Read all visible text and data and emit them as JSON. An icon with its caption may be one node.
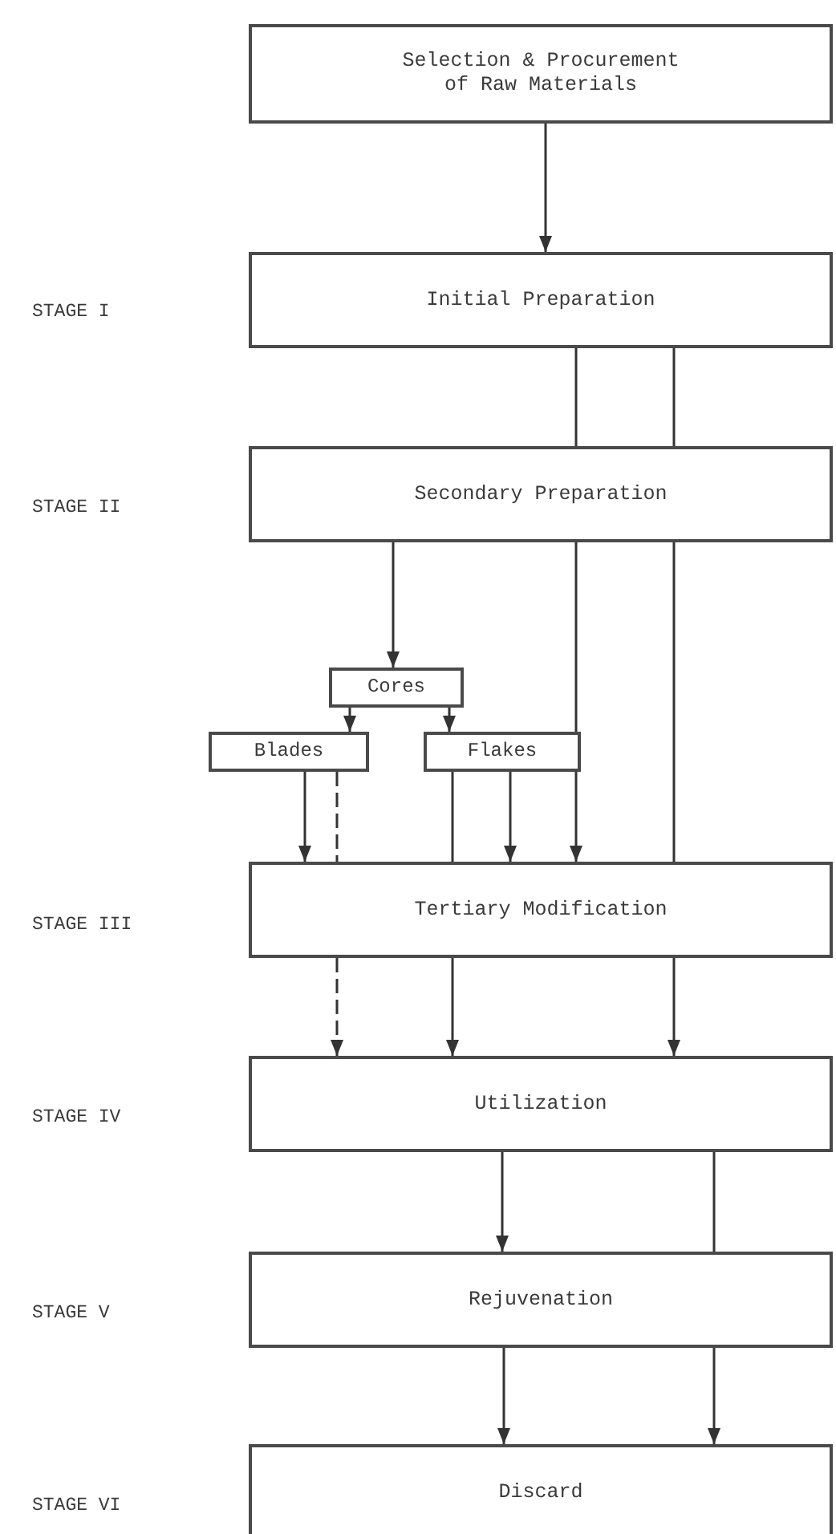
{
  "diagram": {
    "nodes": [
      {
        "text": [
          "Selection & Procurement of Raw Materials"
        ]
      },
      {
        "text": [
          "Initial Preparation"
        ]
      },
      {
        "text": [
          "Secondary Preparation"
        ]
      },
      {
        "text": [
          "Cores"
        ]
      },
      {
        "text": [
          "Blades"
        ]
      },
      {
        "text": [
          "Flakes"
        ]
      },
      {
        "text": [
          "Tertiary Modification"
        ]
      },
      {
        "text": [
          "Utilization"
        ]
      },
      {
        "text": [
          "Rejuvenation"
        ]
      },
      {
        "text": [
          "Discard"
        ]
      }
    ],
    "edges": [
      {
        "from": 0,
        "to": 1,
        "arrow": "to"
      },
      {
        "from": 1,
        "to": 2,
        "arrow": "none"
      },
      {
        "from": 2,
        "to": 6,
        "arrow": "to"
      },
      {
        "from": 1,
        "to": 2,
        "arrow": "none"
      },
      {
        "from": 2,
        "to": 6,
        "arrow": "none"
      },
      {
        "from": 6,
        "to": 7,
        "arrow": "to"
      },
      {
        "from": 2,
        "to": 3,
        "arrow": "to"
      },
      {
        "from": 3,
        "to": 4,
        "arrow": "to"
      },
      {
        "from": 3,
        "to": 5,
        "arrow": "to"
      },
      {
        "from": 4,
        "to": 6,
        "arrow": "to"
      },
      {
        "from": 4,
        "to": 6,
        "arrow": "none",
        "style": "dashed"
      },
      {
        "from": 6,
        "to": 7,
        "arrow": "to",
        "style": "dashed"
      },
      {
        "from": 5,
        "to": 6,
        "arrow": "none"
      },
      {
        "from": 6,
        "to": 7,
        "arrow": "to"
      },
      {
        "from": 5,
        "to": 6,
        "arrow": "to"
      },
      {
        "from": 7,
        "to": 8,
        "arrow": "to"
      },
      {
        "from": 7,
        "to": 8,
        "arrow": "none"
      },
      {
        "from": 8,
        "to": 9,
        "arrow": "to"
      },
      {
        "from": 8,
        "to": 9,
        "arrow": "to"
      }
    ],
    "labels": [
      "STAGE I",
      "STAGE II",
      "STAGE III",
      "STAGE IV",
      "STAGE V",
      "STAGE VI"
    ]
  }
}
